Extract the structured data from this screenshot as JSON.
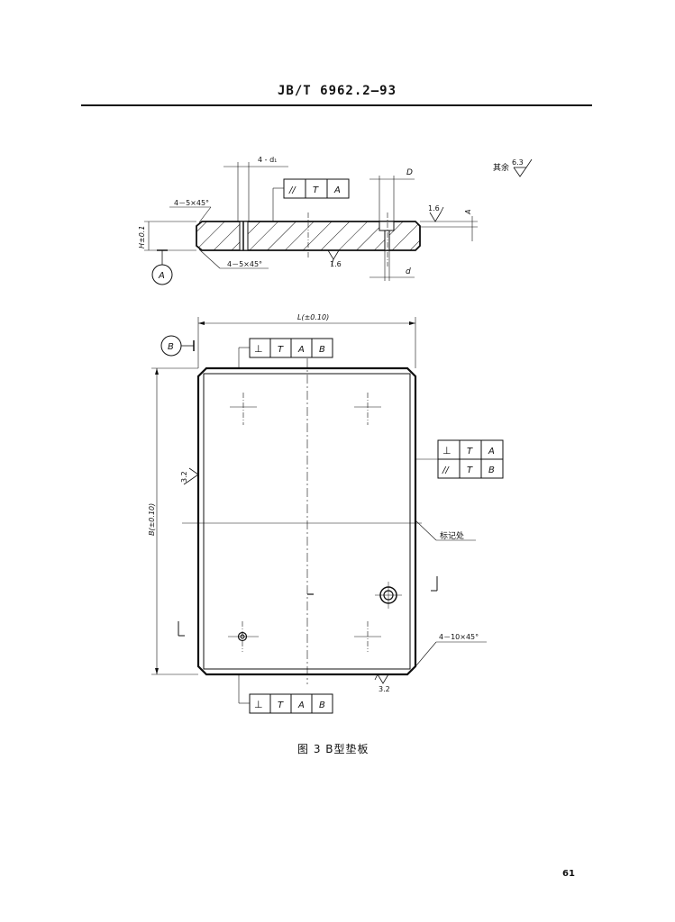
{
  "header": {
    "standard_code": "JB/T 6962.2—93"
  },
  "section_view": {
    "hole_callout": "4 - d₁",
    "counterbore_label": "D",
    "through_hole_label": "d",
    "chamfer_top": "4－5×45°",
    "chamfer_bottom": "4－5×45°",
    "thickness_label": "H±0.1",
    "datum_label": "A",
    "roughness_bottom": "1.6",
    "roughness_top": "1.6",
    "tolerance_thickness_label": "A",
    "parallel_frame": [
      "//",
      "T",
      "A"
    ]
  },
  "general_roughness": {
    "prefix": "其余",
    "value": "6.3"
  },
  "plan_view": {
    "length_label": "L(±0.10)",
    "width_label": "B(±0.10)",
    "datum_label": "B",
    "top_frame": [
      "⊥",
      "T",
      "A",
      "B"
    ],
    "bottom_frame": [
      "⊥",
      "T",
      "A",
      "B"
    ],
    "right_frame_row1": [
      "⊥",
      "T",
      "A"
    ],
    "right_frame_row2": [
      "//",
      "T",
      "B"
    ],
    "left_roughness": "3.2",
    "bottom_roughness": "3.2",
    "marking_label": "标记处",
    "corner_chamfer": "4－10×45°"
  },
  "caption": {
    "text": "图 3   B型垫板"
  },
  "page_number": "61"
}
